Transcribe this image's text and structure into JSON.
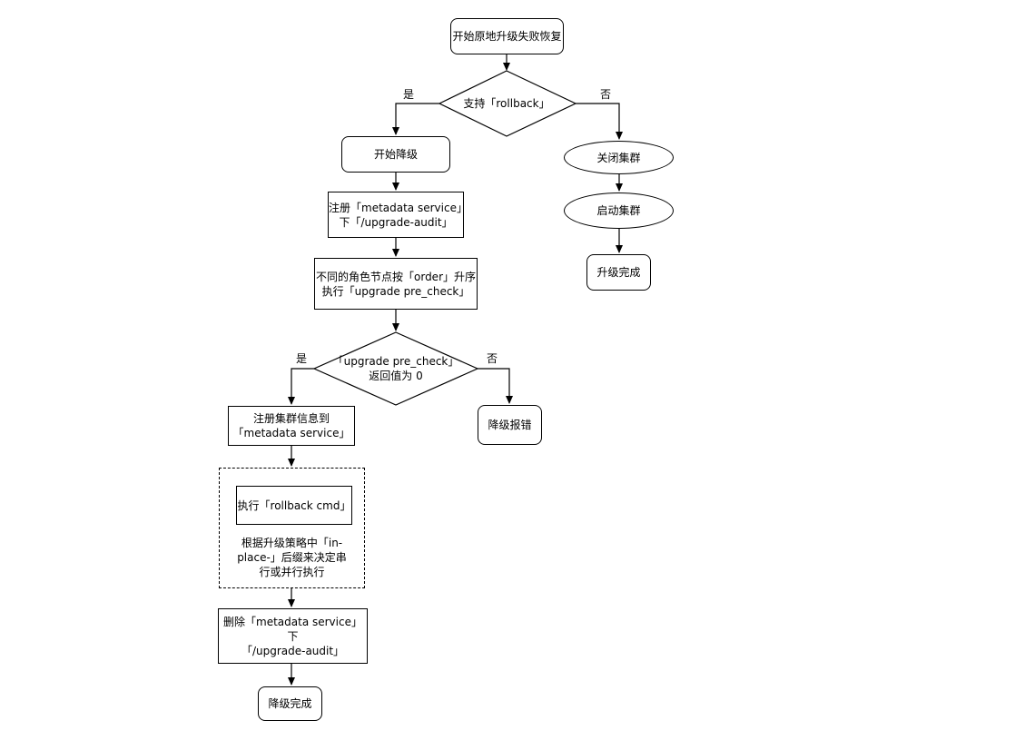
{
  "nodes": {
    "start": "开始原地升级失败恢复",
    "support_rollback": "支持「rollback」",
    "begin_downgrade": "开始降级",
    "register_audit_line1": "注册「metadata service」",
    "register_audit_line2": "下「/upgrade-audit」",
    "exec_precheck_line1": "不同的角色节点按「order」升序",
    "exec_precheck_line2": "执行「upgrade pre_check」",
    "precheck_ret_line1": "「upgrade pre_check」",
    "precheck_ret_line2": "返回值为 0",
    "register_cluster_line1": "注册集群信息到",
    "register_cluster_line2": "「metadata service」",
    "downgrade_error": "降级报错",
    "exec_rollback": "执行「rollback cmd」",
    "strategy_note_line1": "根据升级策略中「in-",
    "strategy_note_line2": "place-」后缀来决定串",
    "strategy_note_line3": "行或并行执行",
    "delete_audit_line1": "删除「metadata service」下",
    "delete_audit_line2": "「/upgrade-audit」",
    "downgrade_done": "降级完成",
    "close_cluster": "关闭集群",
    "start_cluster": "启动集群",
    "upgrade_done": "升级完成"
  },
  "edge_labels": {
    "rollback_yes": "是",
    "rollback_no": "否",
    "precheck_yes": "是",
    "precheck_no": "否"
  },
  "colors": {
    "stroke": "#000000",
    "fill": "#ffffff"
  }
}
